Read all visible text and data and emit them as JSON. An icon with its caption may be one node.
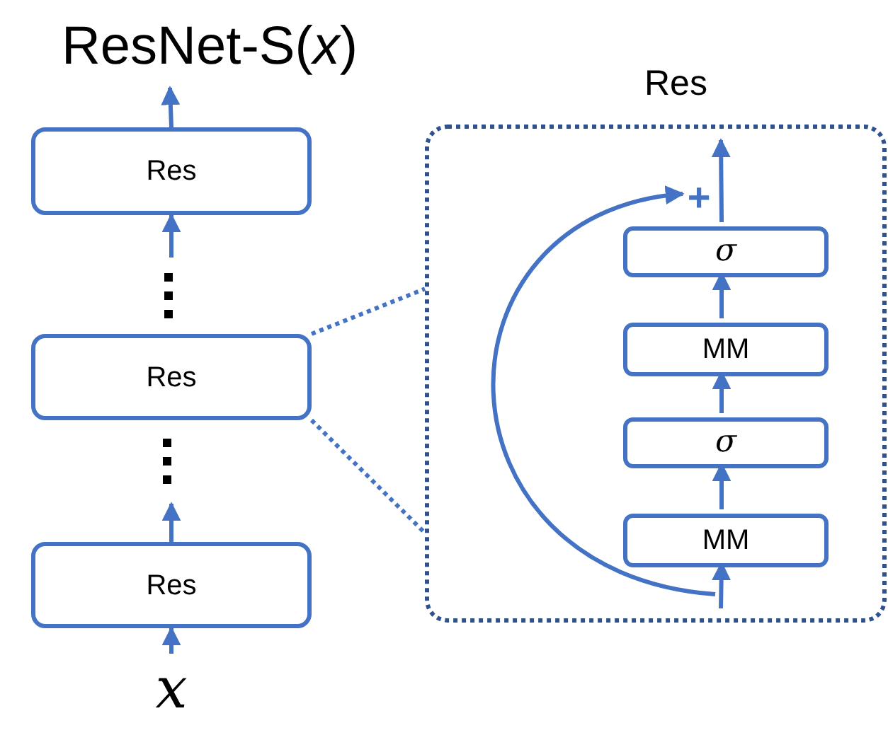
{
  "diagram": {
    "nodes": [
      {
        "text": [
          "ResNet-S(*x*)"
        ]
      },
      {
        "text": [
          "Res"
        ]
      },
      {
        "text": [
          "Res"
        ]
      },
      {
        "text": [
          "Res"
        ]
      },
      {
        "text": [
          "x"
        ]
      },
      {
        "text": [
          "Res"
        ]
      },
      {
        "text": [
          "σ"
        ],
        "in": 5
      },
      {
        "text": [
          "MM"
        ],
        "in": 5
      },
      {
        "text": [
          "σ"
        ],
        "in": 5
      },
      {
        "text": [
          "MM"
        ],
        "in": 5
      },
      {
        "text": [
          "+"
        ],
        "in": 5
      }
    ],
    "edges": [
      {
        "from": 4,
        "to": 3,
        "arrow": "to"
      },
      {
        "from": 3,
        "to": null,
        "arrow": "to"
      },
      {
        "from": null,
        "to": 1,
        "arrow": "to"
      },
      {
        "from": 1,
        "to": 0,
        "arrow": "to"
      },
      {
        "from": 2,
        "to": 5,
        "arrow": "none",
        "style": "dashed"
      },
      {
        "from": 2,
        "to": 5,
        "arrow": "none",
        "style": "dashed"
      },
      {
        "from": null,
        "to": 9,
        "arrow": "to"
      },
      {
        "from": 9,
        "to": 8,
        "arrow": "to"
      },
      {
        "from": 8,
        "to": 7,
        "arrow": "to"
      },
      {
        "from": 7,
        "to": 6,
        "arrow": "to"
      },
      {
        "from": 6,
        "to": null,
        "arrow": "to"
      },
      {
        "from": null,
        "to": 10,
        "arrow": "to"
      }
    ]
  }
}
